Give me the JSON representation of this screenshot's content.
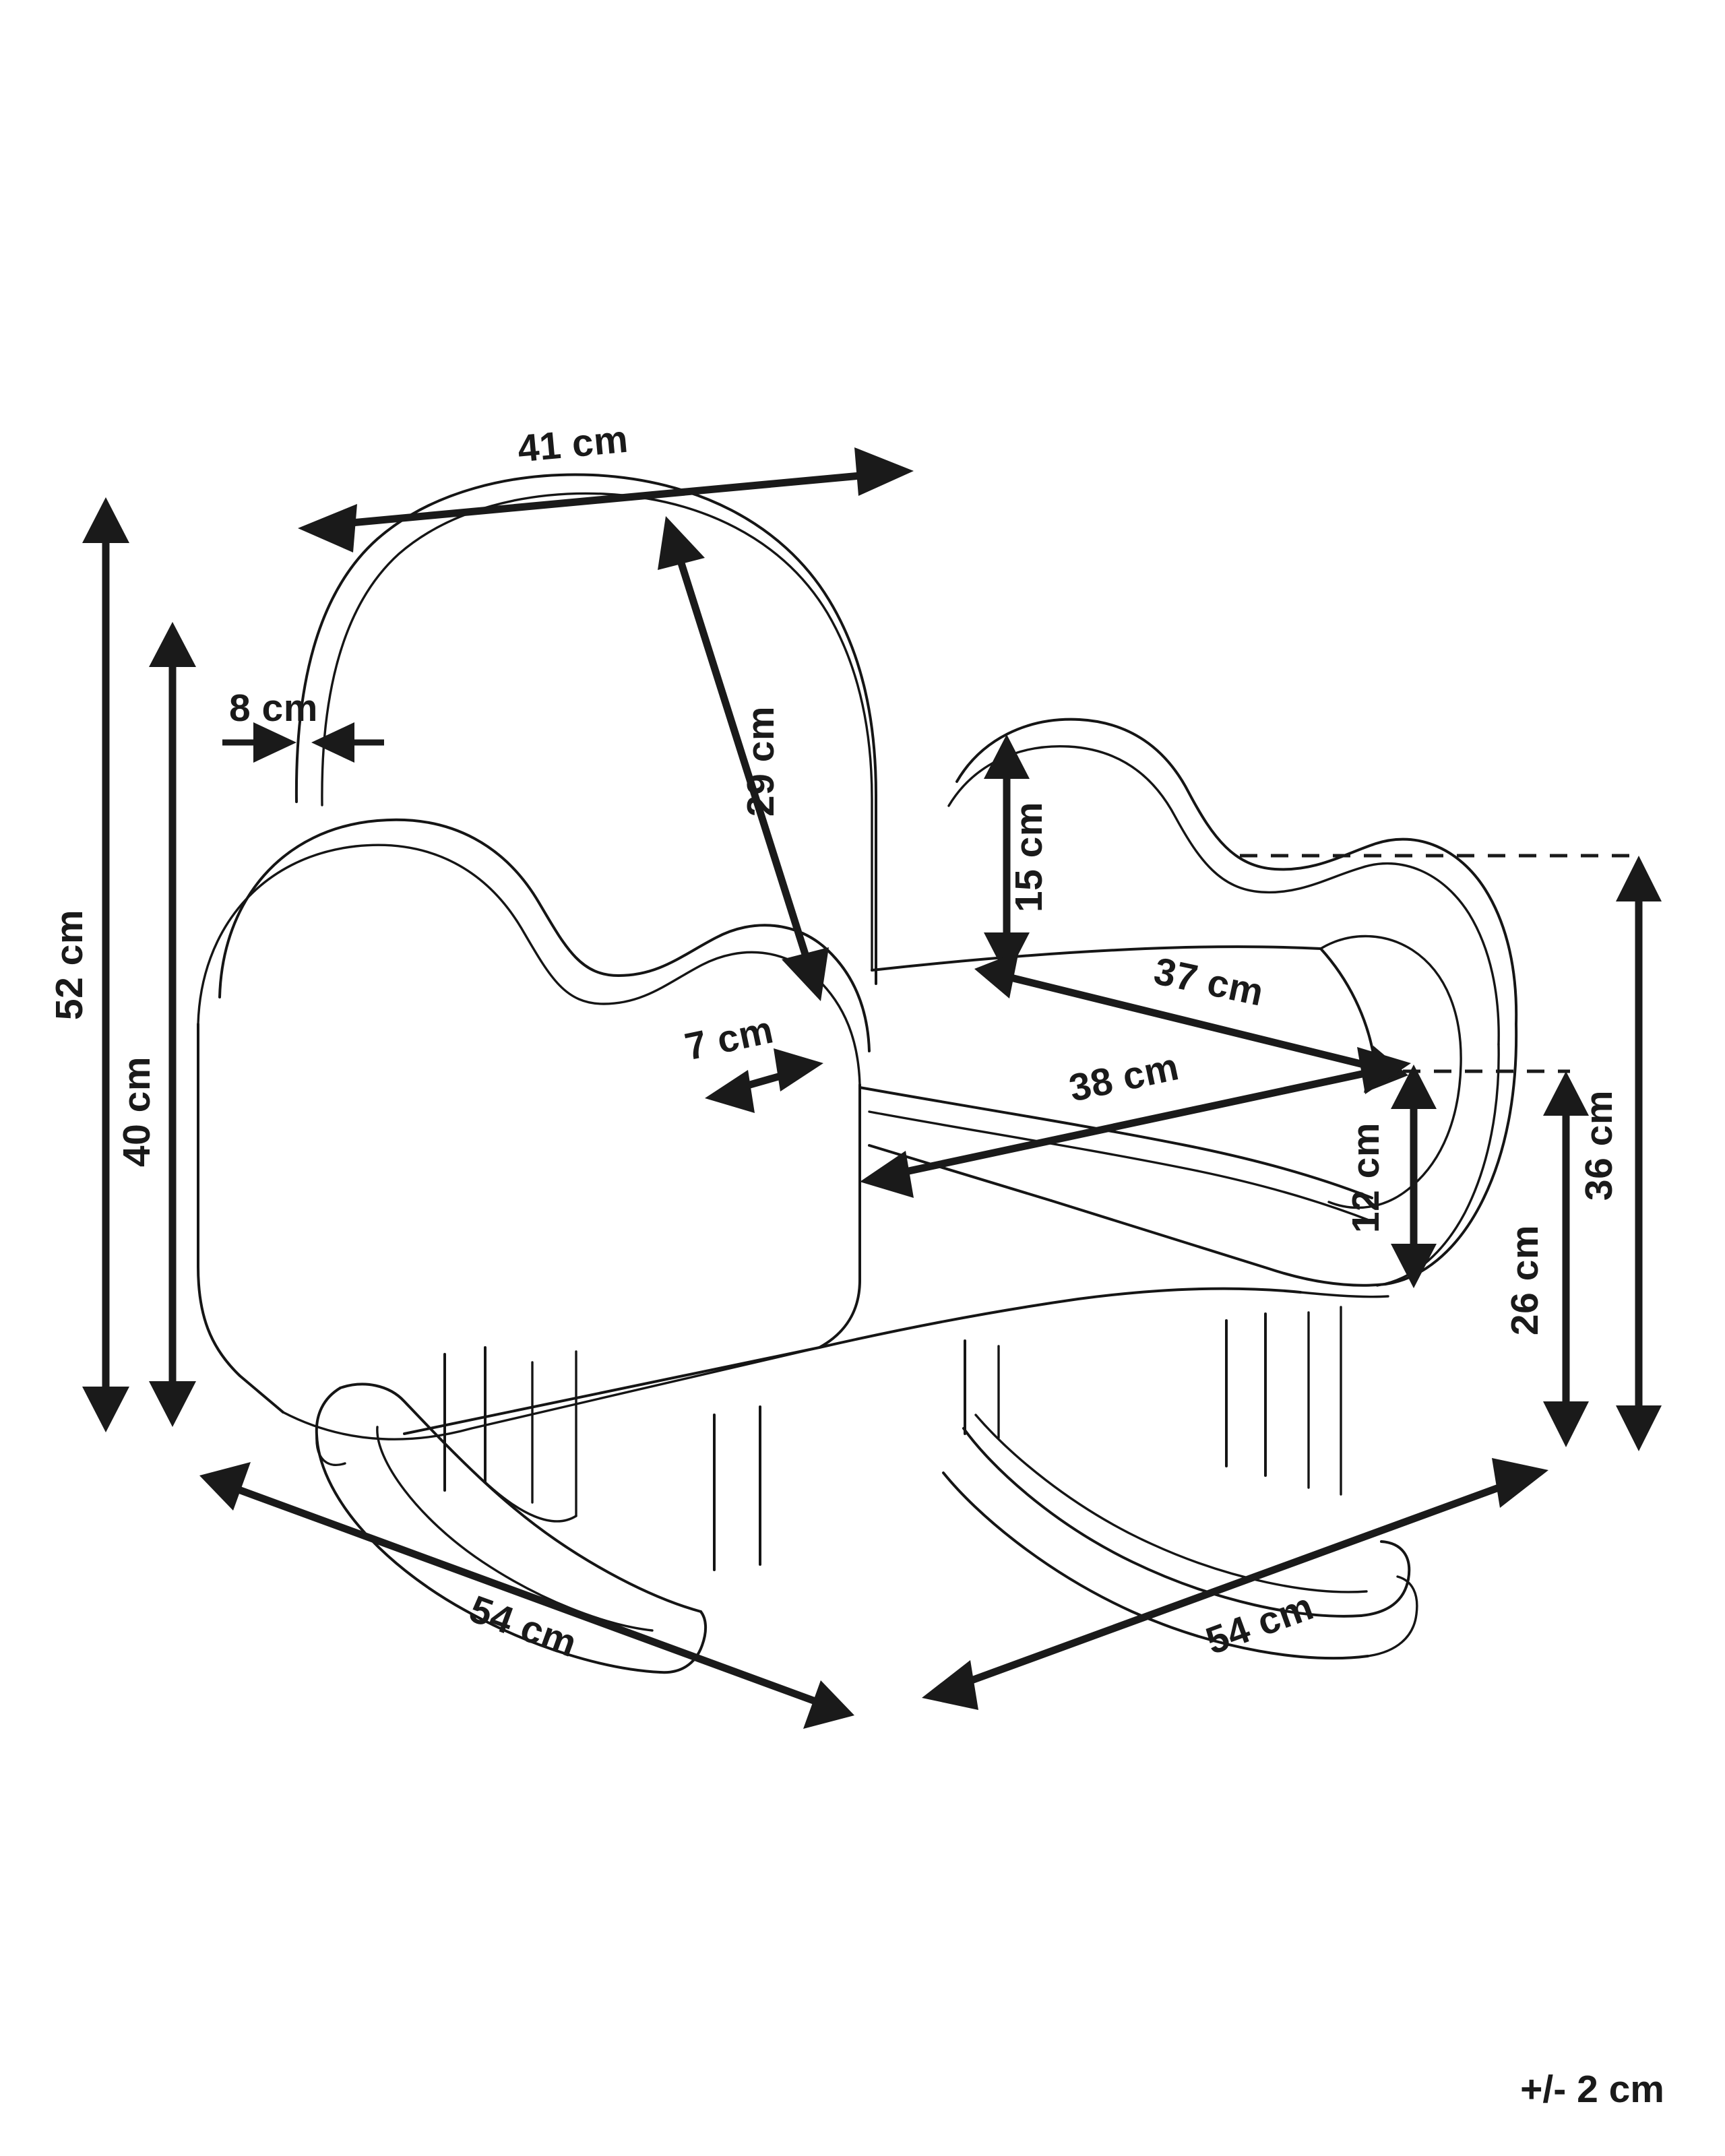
{
  "drawing": {
    "subject": "rocking-chair-dimension-diagram",
    "units": "cm",
    "tolerance_note": "+/- 2 cm"
  },
  "dimensions": {
    "backrest_width": "41 cm",
    "backrest_thickness": "8 cm",
    "backrest_height": "29 cm",
    "overall_height": "52 cm",
    "seat_back_height": "40 cm",
    "armrest_height_from_seat": "15 cm",
    "seat_depth_back": "37 cm",
    "armrest_thickness": "7 cm",
    "seat_depth_front": "38 cm",
    "seat_front_drop": "12 cm",
    "overall_depth_right": "36 cm",
    "seat_height": "26 cm",
    "base_depth_left": "54 cm",
    "base_depth_right": "54 cm"
  },
  "chart_data": {
    "type": "table",
    "title": "Rocking chair dimensions",
    "categories": [
      "backrest width",
      "backrest thickness",
      "backrest height",
      "overall height",
      "seat back height",
      "armrest height from seat",
      "seat depth (back)",
      "armrest thickness",
      "seat depth (front)",
      "seat front drop",
      "overall depth (right)",
      "seat height",
      "base depth (left)",
      "base depth (right)"
    ],
    "values": [
      41,
      8,
      29,
      52,
      40,
      15,
      37,
      7,
      38,
      12,
      36,
      26,
      54,
      54
    ],
    "labels": [
      "41 cm",
      "8 cm",
      "29 cm",
      "52 cm",
      "40 cm",
      "15 cm",
      "37 cm",
      "7 cm",
      "38 cm",
      "12 cm",
      "36 cm",
      "26 cm",
      "54 cm",
      "54 cm"
    ],
    "unit": "cm",
    "tolerance": "+/- 2 cm",
    "xlabel": "",
    "ylabel": ""
  }
}
